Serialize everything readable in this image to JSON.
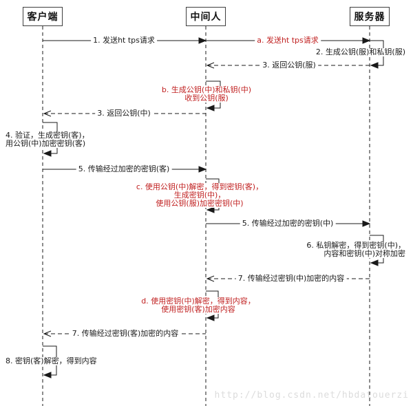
{
  "actors": [
    {
      "label": "客户端"
    },
    {
      "label": "中间人"
    },
    {
      "label": "服务器"
    }
  ],
  "messages": {
    "m1": {
      "label": "1. 发送ht tps请求"
    },
    "ma": {
      "label": "a. 发送ht tps请求"
    },
    "m2": {
      "label": "2. 生成公钥(服)和私钥(服)"
    },
    "m3s": {
      "label": "3. 返回公钥(服)"
    },
    "mb": {
      "lines": [
        "b. 生成公钥(中)和私钥(中)",
        "收到公钥(服)"
      ]
    },
    "m3m": {
      "label": "3. 返回公钥(中)"
    },
    "m4": {
      "lines": [
        "4. 验证，生成密钥(客)，",
        "用公钥(中)加密密钥(客)"
      ]
    },
    "m5k": {
      "label": "5. 传输经过加密的密钥(客)"
    },
    "mc": {
      "lines": [
        "c. 使用公钥(中)解密，得到密钥(客)，",
        "生成密钥(中)，",
        "使用公钥(服)加密密钥(中)"
      ]
    },
    "m5z": {
      "label": "5. 传输经过加密的密钥(中)"
    },
    "m6": {
      "lines": [
        "6. 私钥解密，得到密钥(中)，",
        "内容和密钥(中)对称加密"
      ]
    },
    "m7z": {
      "label": "7. 传输经过密钥(中)加密的内容"
    },
    "md": {
      "lines": [
        "d. 使用密钥(中)解密，得到内容，",
        "使用密钥(客)加密内容"
      ]
    },
    "m7k": {
      "label": "7. 传输经过密钥(客)加密的内容"
    },
    "m8": {
      "label": "8. 密钥(客)解密，得到内容"
    }
  },
  "watermark": "http://blog.csdn.net/hbdatouerzi",
  "colors": {
    "line": "#1a1a1a",
    "red_text": "#c02020",
    "watermark": "#dcdcdc"
  }
}
